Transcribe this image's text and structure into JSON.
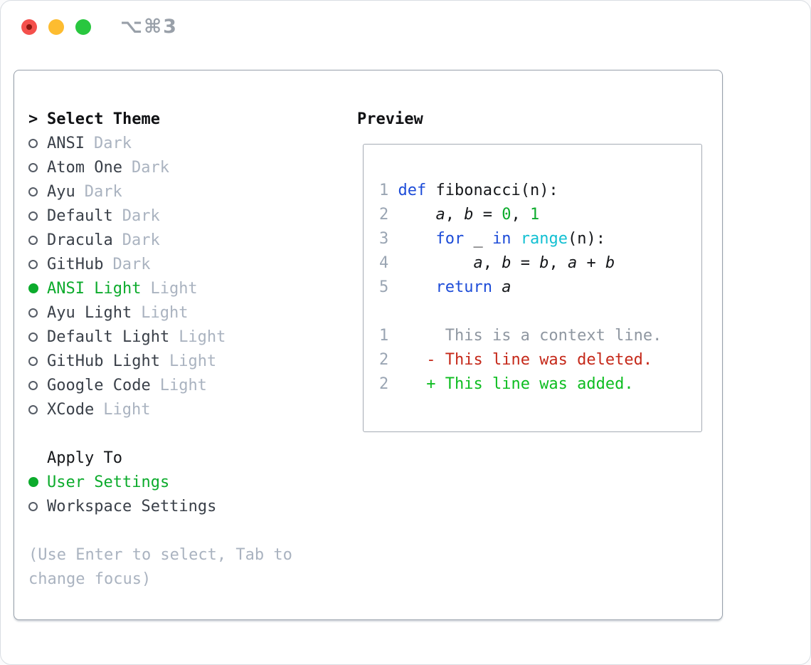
{
  "window": {
    "shortcut": "⌥⌘3",
    "traffic_lights": [
      "close",
      "minimize",
      "zoom"
    ]
  },
  "theme_panel": {
    "title_prefix": ">",
    "title": "Select Theme",
    "items": [
      {
        "name": "ANSI",
        "tag": "Dark",
        "selected": false
      },
      {
        "name": "Atom One",
        "tag": "Dark",
        "selected": false
      },
      {
        "name": "Ayu",
        "tag": "Dark",
        "selected": false
      },
      {
        "name": "Default",
        "tag": "Dark",
        "selected": false
      },
      {
        "name": "Dracula",
        "tag": "Dark",
        "selected": false
      },
      {
        "name": "GitHub",
        "tag": "Dark",
        "selected": false
      },
      {
        "name": "ANSI Light",
        "tag": "Light",
        "selected": true
      },
      {
        "name": "Ayu Light",
        "tag": "Light",
        "selected": false
      },
      {
        "name": "Default Light",
        "tag": "Light",
        "selected": false
      },
      {
        "name": "GitHub Light",
        "tag": "Light",
        "selected": false
      },
      {
        "name": "Google Code",
        "tag": "Light",
        "selected": false
      },
      {
        "name": "XCode",
        "tag": "Light",
        "selected": false
      }
    ],
    "apply_to": {
      "title": "Apply To",
      "options": [
        {
          "label": "User Settings",
          "selected": true
        },
        {
          "label": "Workspace Settings",
          "selected": false
        }
      ]
    },
    "hint": [
      "(Use Enter to select, Tab to",
      "change focus)"
    ]
  },
  "preview": {
    "title": "Preview",
    "lines": [
      [
        {
          "t": "1 ",
          "c": "ln"
        },
        {
          "t": "def",
          "c": "kw"
        },
        {
          "t": " fibonacci(n):",
          "c": "pl"
        }
      ],
      [
        {
          "t": "2 ",
          "c": "ln"
        },
        {
          "t": "    ",
          "c": "pl"
        },
        {
          "t": "a",
          "c": "var"
        },
        {
          "t": ", ",
          "c": "pl"
        },
        {
          "t": "b",
          "c": "var"
        },
        {
          "t": " = ",
          "c": "pl"
        },
        {
          "t": "0",
          "c": "num"
        },
        {
          "t": ", ",
          "c": "pl"
        },
        {
          "t": "1",
          "c": "num"
        }
      ],
      [
        {
          "t": "3 ",
          "c": "ln"
        },
        {
          "t": "    ",
          "c": "pl"
        },
        {
          "t": "for",
          "c": "kw"
        },
        {
          "t": " _ ",
          "c": "pl"
        },
        {
          "t": "in",
          "c": "kw"
        },
        {
          "t": " ",
          "c": "pl"
        },
        {
          "t": "range",
          "c": "fn"
        },
        {
          "t": "(n):",
          "c": "pl"
        }
      ],
      [
        {
          "t": "4 ",
          "c": "ln"
        },
        {
          "t": "        ",
          "c": "pl"
        },
        {
          "t": "a",
          "c": "var"
        },
        {
          "t": ", ",
          "c": "pl"
        },
        {
          "t": "b",
          "c": "var"
        },
        {
          "t": " = ",
          "c": "pl"
        },
        {
          "t": "b",
          "c": "var"
        },
        {
          "t": ", ",
          "c": "pl"
        },
        {
          "t": "a",
          "c": "var"
        },
        {
          "t": " + ",
          "c": "pl"
        },
        {
          "t": "b",
          "c": "var"
        }
      ],
      [
        {
          "t": "5 ",
          "c": "ln"
        },
        {
          "t": "    ",
          "c": "pl"
        },
        {
          "t": "return",
          "c": "kw"
        },
        {
          "t": " ",
          "c": "pl"
        },
        {
          "t": "a",
          "c": "var"
        }
      ],
      [],
      [
        {
          "t": "1 ",
          "c": "ln"
        },
        {
          "t": "     This is a context line.",
          "c": "ctx"
        }
      ],
      [
        {
          "t": "2 ",
          "c": "ln"
        },
        {
          "t": "   ",
          "c": "pl"
        },
        {
          "t": "- This line was deleted.",
          "c": "del"
        }
      ],
      [
        {
          "t": "2 ",
          "c": "ln"
        },
        {
          "t": "   ",
          "c": "pl"
        },
        {
          "t": "+ This line was added.",
          "c": "add"
        }
      ]
    ]
  },
  "colors": {
    "selected_green": "#0cab2c",
    "keyword_blue": "#1d4cd8",
    "builtin_cyan": "#13c0d2",
    "number_green": "#0cab2c",
    "diff_added_green": "#0dbd20",
    "diff_deleted_red": "#c5291a",
    "diff_context_gray": "#8f97a1",
    "line_number_gray": "#9aa5b3",
    "tag_gray": "#aab3c0",
    "hint_gray": "#aab3c0",
    "text_dark": "#3a4049",
    "panel_border_gray": "#98a0ab",
    "traffic_red": "#f4504c",
    "traffic_yellow": "#fdbc30",
    "traffic_green": "#29c73f"
  }
}
